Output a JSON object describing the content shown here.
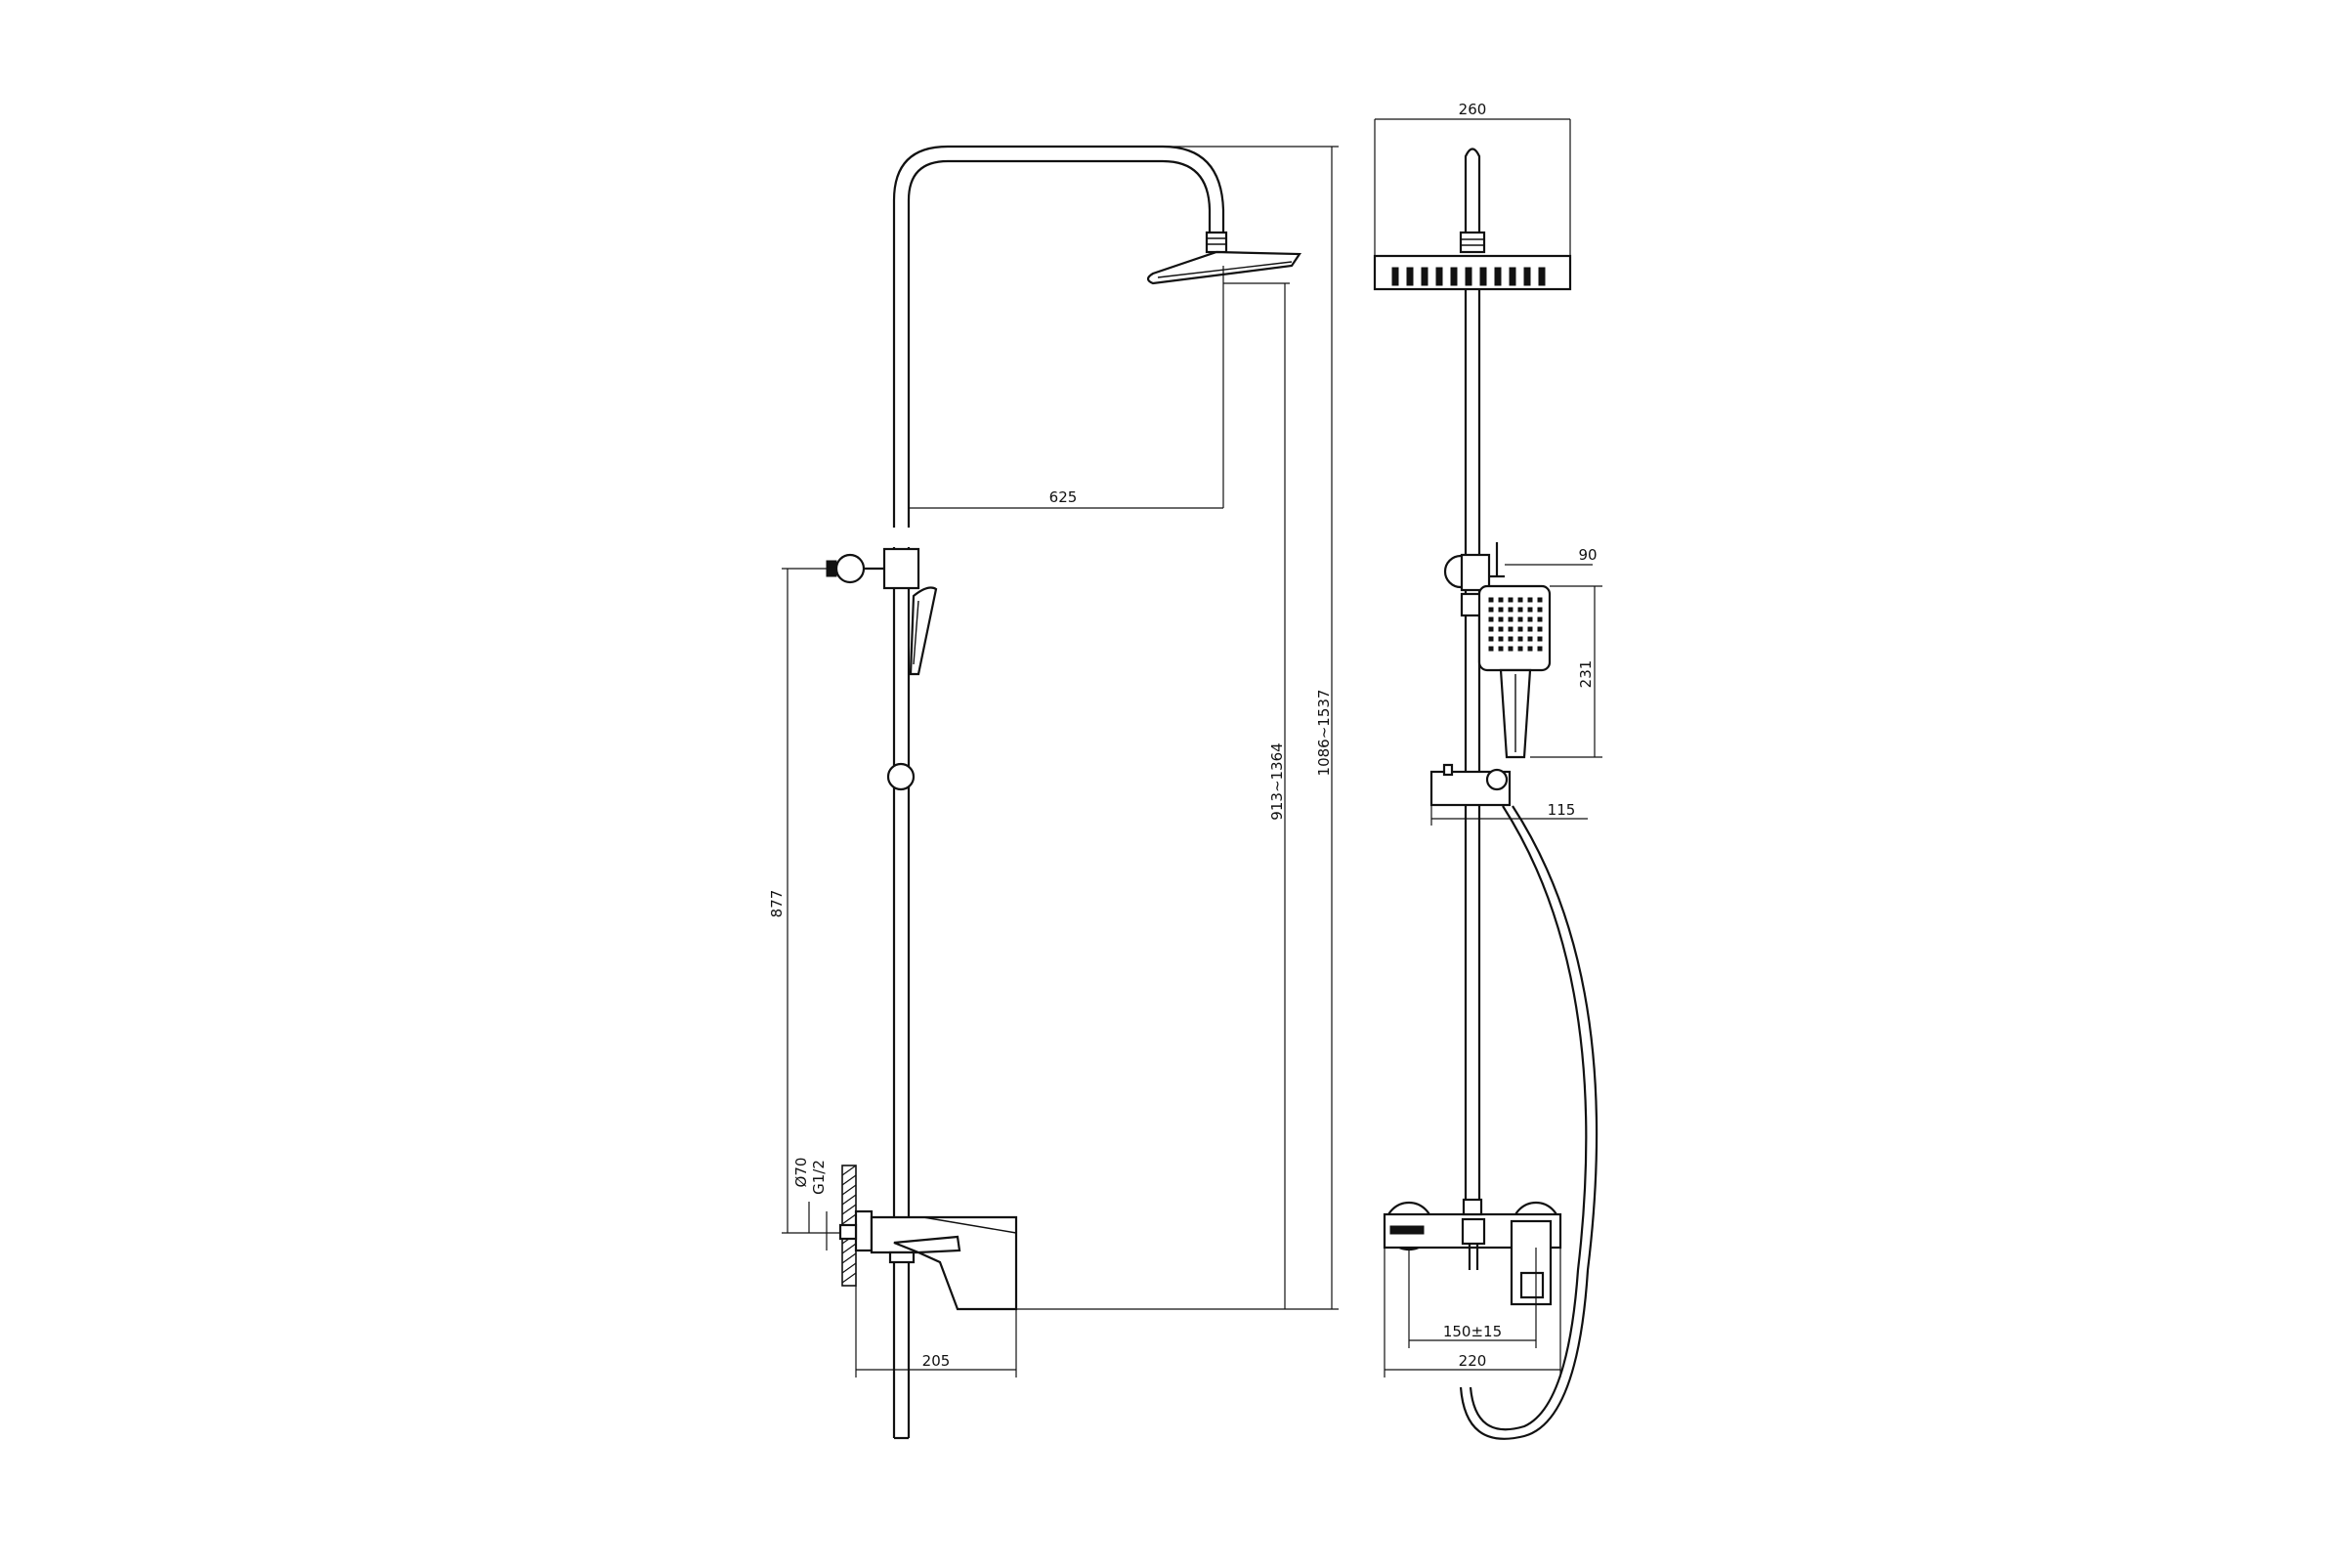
{
  "dimensions": {
    "head_reach": "625",
    "total_height": "1086~1537",
    "head_height": "913~1364",
    "holder_height": "877",
    "flange_dia": "Ø70",
    "thread": "G1/2",
    "mixer_projection": "205",
    "head_width": "260",
    "hand_shower_width": "90",
    "hand_shower_length": "231",
    "slider_offset": "115",
    "inlet_centres": "150±15",
    "mixer_width": "220"
  }
}
